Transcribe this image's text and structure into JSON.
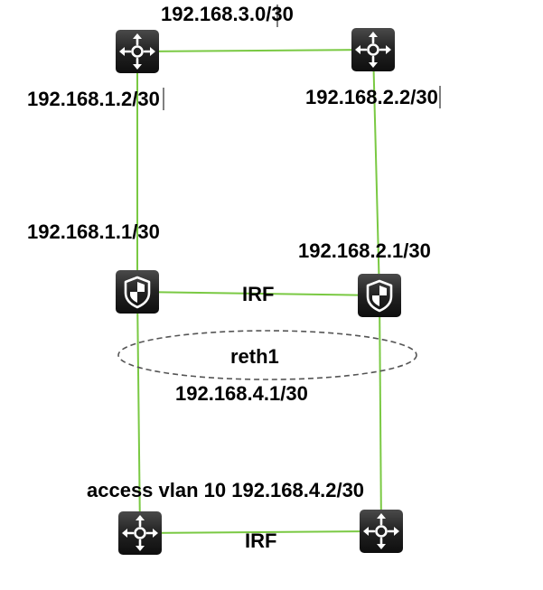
{
  "colors": {
    "link": "#7ac943",
    "device_body": "#1e1e1e",
    "device_glyph": "#ffffff",
    "group_ellipse": "#555555",
    "text": "#000000"
  },
  "devices": [
    {
      "id": "router-top-left",
      "icon": "router-icon"
    },
    {
      "id": "router-top-right",
      "icon": "router-icon"
    },
    {
      "id": "firewall-left",
      "icon": "firewall-shield-icon"
    },
    {
      "id": "firewall-right",
      "icon": "firewall-shield-icon"
    },
    {
      "id": "switch-bottom-left",
      "icon": "router-icon"
    },
    {
      "id": "switch-bottom-right",
      "icon": "router-icon"
    }
  ],
  "labels": {
    "top_link": "192.168.3.0/30",
    "left_router_addr": "192.168.1.2/30",
    "right_router_addr": "192.168.2.2/30",
    "left_fw_addr": "192.168.1.1/30",
    "right_fw_addr": "192.168.2.1/30",
    "fw_irf": "IRF",
    "reth": "reth1",
    "reth_addr": "192.168.4.1/30",
    "access_addr": "access vlan 10 192.168.4.2/30",
    "switch_irf": "IRF"
  }
}
